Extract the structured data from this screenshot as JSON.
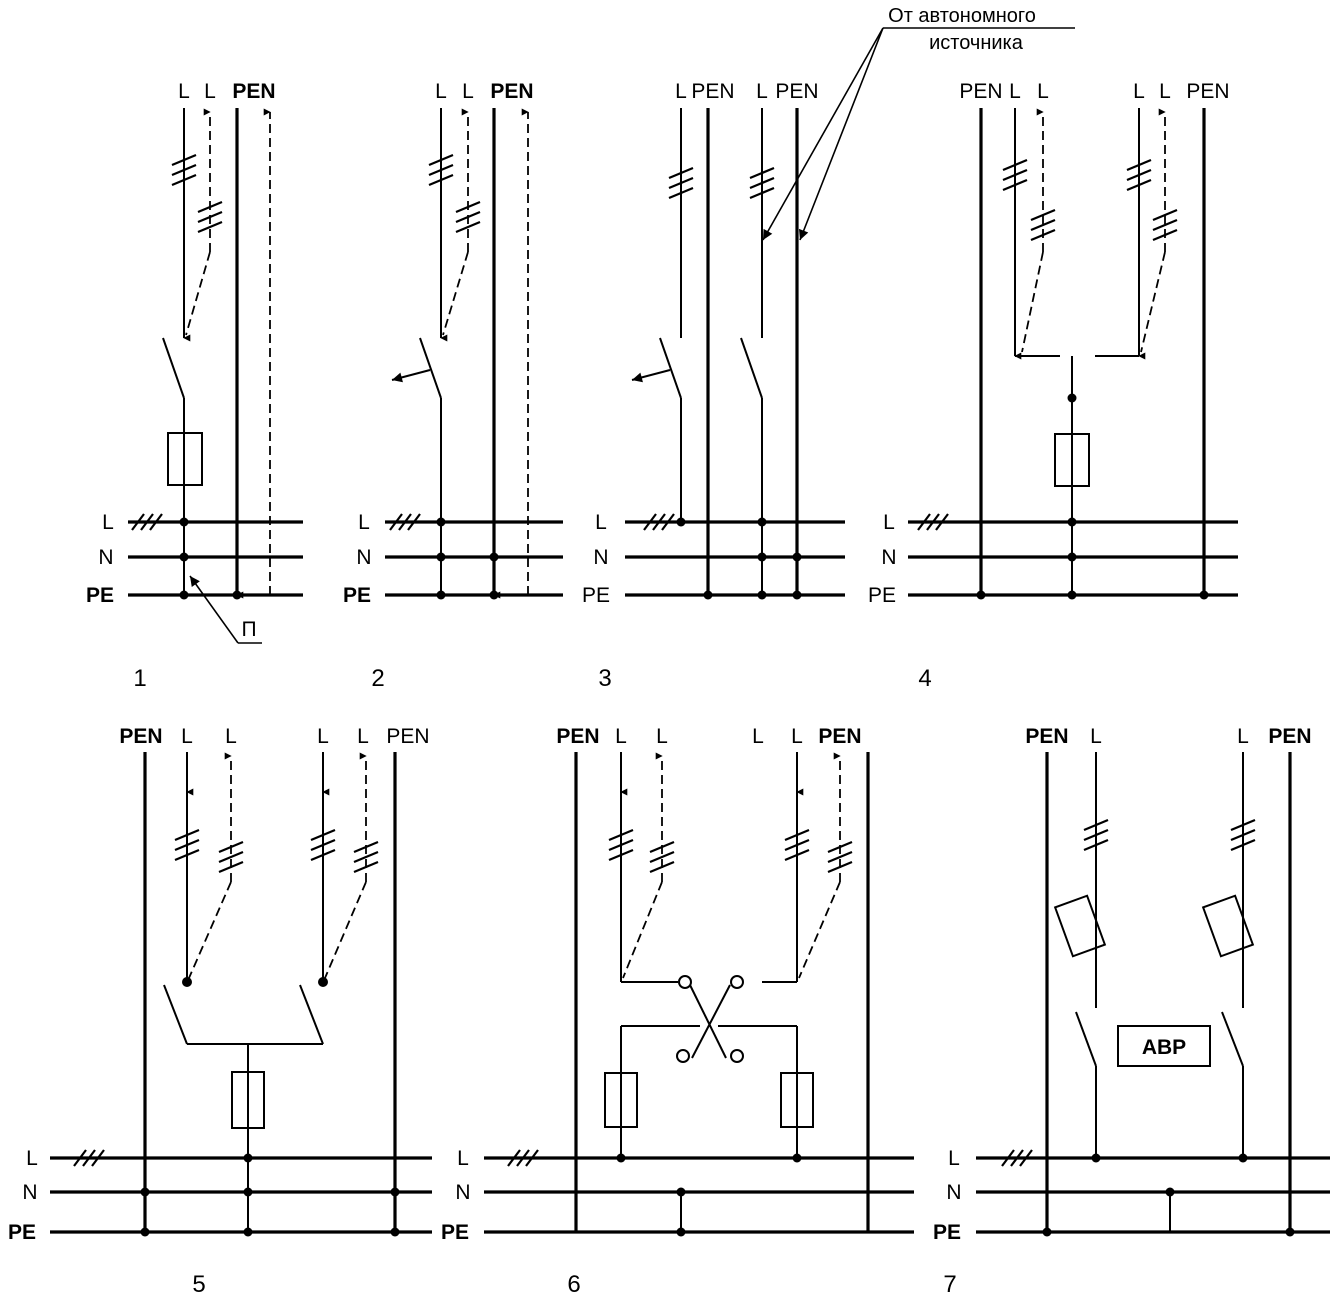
{
  "annotation": {
    "line1": "От автономного",
    "line2": "источника"
  },
  "bus_labels": {
    "l": "L",
    "n": "N",
    "pe": "PE"
  },
  "conductor_labels": {
    "l": "L",
    "pen": "PEN"
  },
  "conductor_marker": "П",
  "avr_label": "АВР",
  "scheme_numbers": [
    "1",
    "2",
    "3",
    "4",
    "5",
    "6",
    "7"
  ]
}
